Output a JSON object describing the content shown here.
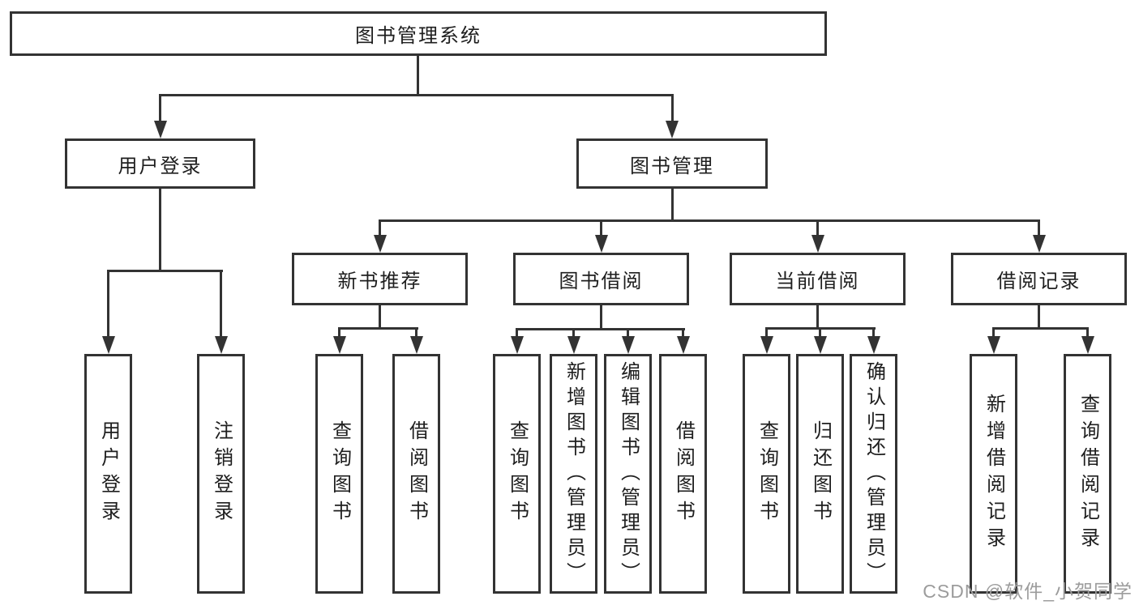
{
  "diagram": {
    "root": "图书管理系统",
    "level1": {
      "user_login": "用户登录",
      "book_management": "图书管理"
    },
    "level2": {
      "new_book_recommend": "新书推荐",
      "book_borrow": "图书借阅",
      "current_borrow": "当前借阅",
      "borrow_records": "借阅记录"
    },
    "leaves": {
      "user_login": [
        "用户登录",
        "注销登录"
      ],
      "new_book_recommend": [
        "查询图书",
        "借阅图书"
      ],
      "book_borrow": [
        "查询图书",
        "新增图书（管理员）",
        "编辑图书（管理员）",
        "借阅图书"
      ],
      "current_borrow": [
        "查询图书",
        "归还图书",
        "确认归还（管理员）"
      ],
      "borrow_records": [
        "新增借阅记录",
        "查询借阅记录"
      ]
    }
  },
  "watermark": {
    "text": "CSDN @软件_小贺同学"
  },
  "colors": {
    "line": "#333333",
    "text": "#1e1e1e",
    "watermark": "#9c9c9c",
    "background": "#ffffff"
  }
}
